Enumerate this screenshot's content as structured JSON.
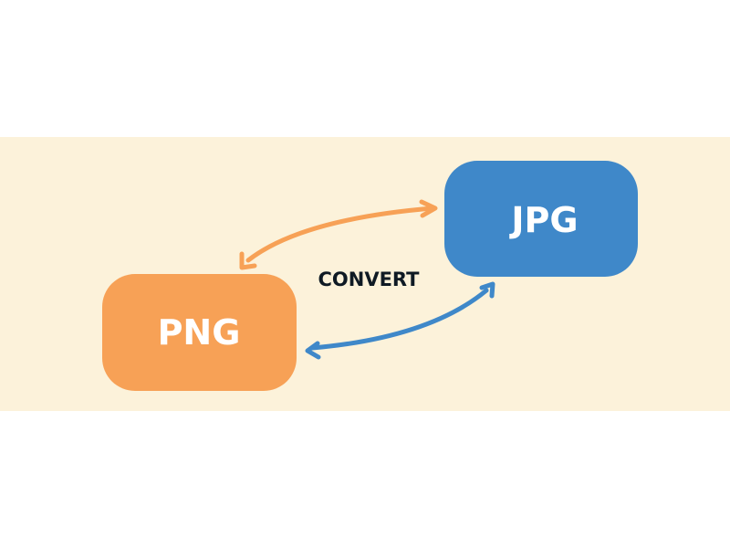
{
  "diagram": {
    "source_label": "PNG",
    "target_label": "JPG",
    "action_label": "CONVERT",
    "colors": {
      "band": "#fcf2da",
      "png": "#f7a156",
      "jpg": "#3f88c9",
      "text": "#0f1a24"
    }
  }
}
